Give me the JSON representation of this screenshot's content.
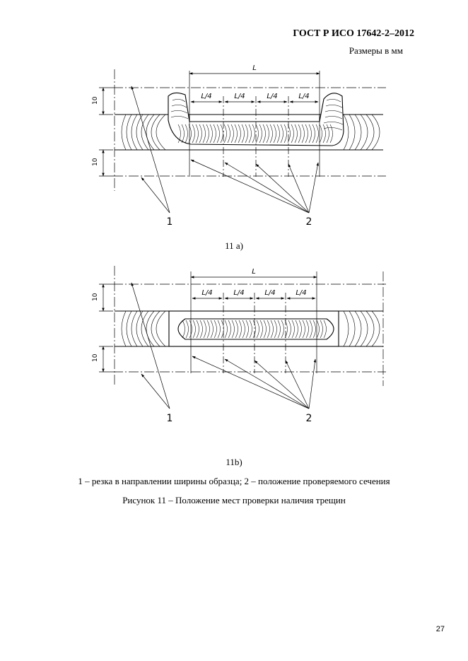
{
  "header": {
    "standard": "ГОСТ Р ИСО 17642-2–2012",
    "units_note": "Размеры в мм"
  },
  "figure_a": {
    "caption": "11 а)",
    "dim_total": "L",
    "dim_quarter": "L/4",
    "dim_offset": "10",
    "callout_1": "1",
    "callout_2": "2"
  },
  "figure_b": {
    "caption": "11b)",
    "dim_total": "L",
    "dim_quarter": "L/4",
    "dim_offset": "10",
    "callout_1": "1",
    "callout_2": "2"
  },
  "legend": "1 – резка в направлении ширины образца; 2 –  положение проверяемого сечения",
  "figure_caption": "Рисунок 11 – Положение мест проверки наличия трещин",
  "page_number": "27"
}
